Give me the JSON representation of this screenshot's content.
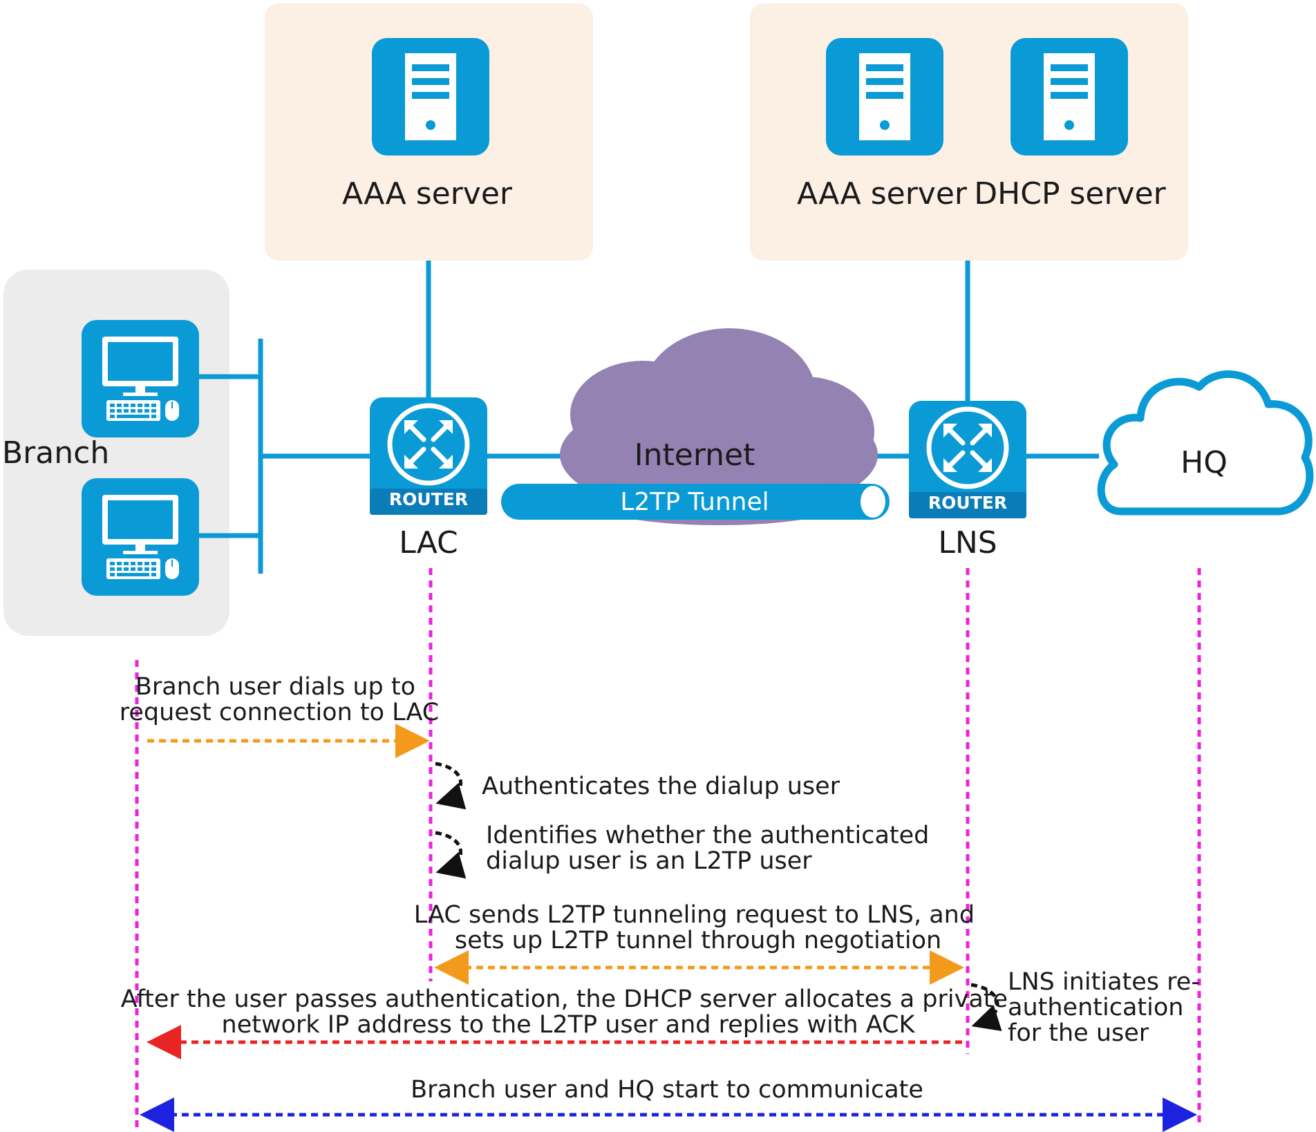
{
  "labels": {
    "branch": "Branch",
    "lac_aaa": "AAA server",
    "lns_aaa": "AAA server",
    "lns_dhcp": "DHCP server",
    "internet": "Internet",
    "tunnel": "L2TP Tunnel",
    "lac": "LAC",
    "lns": "LNS",
    "hq": "HQ",
    "router_badge": "ROUTER"
  },
  "steps": {
    "s1": [
      "Branch user dials up to",
      "request connection to LAC"
    ],
    "s2": [
      "Authenticates the dialup user"
    ],
    "s3": [
      "Identifies whether the authenticated",
      "dialup user is an L2TP user"
    ],
    "s4": [
      "LAC sends L2TP tunneling request to LNS, and",
      "sets up L2TP tunnel through negotiation"
    ],
    "s5": [
      "After the user passes authentication, the DHCP server allocates a private",
      "network IP address to the L2TP user and replies with ACK"
    ],
    "s6": [
      "LNS initiates re-",
      "authentication",
      "for the user"
    ],
    "s7": [
      "Branch user and HQ start to communicate"
    ]
  },
  "colors": {
    "device_blue": "#0a9ad6",
    "link_blue": "#0a9ad6",
    "server_zone": "#fcefe4",
    "branch_zone": "#ececec",
    "internet_cloud": "#9382b2",
    "lifeline": "#ee22dd",
    "arrow_orange": "#f39a1c",
    "arrow_red": "#e82424",
    "arrow_blue": "#1c22e0",
    "self_arrow": "#111111"
  }
}
